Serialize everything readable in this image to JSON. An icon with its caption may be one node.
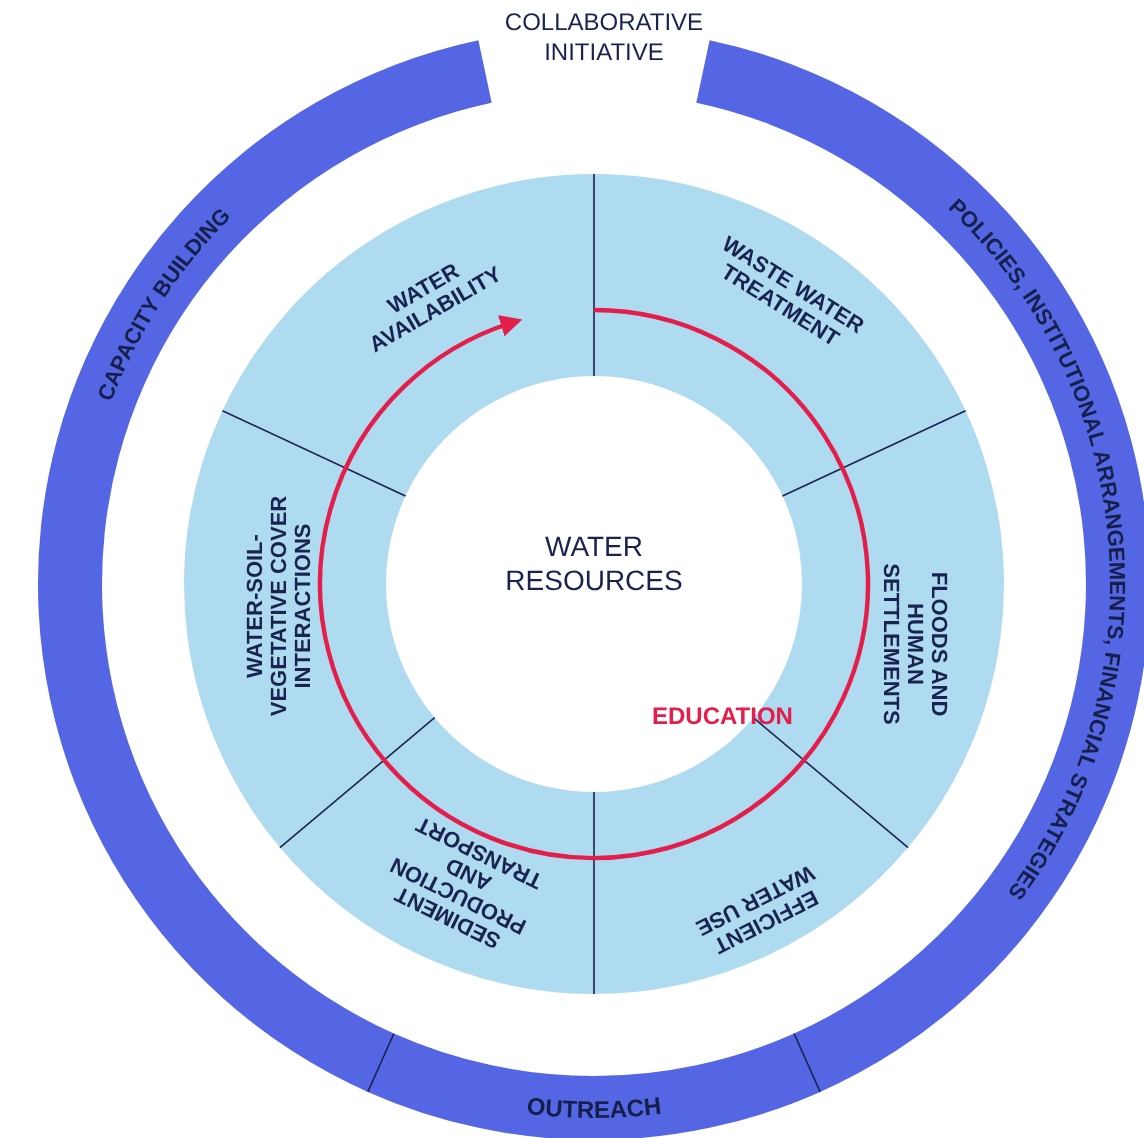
{
  "diagram": {
    "nodes": [
      {
        "text": [
          "CAPACITY BUILDING"
        ]
      },
      {
        "text": [
          "POLICIES, INSTITUTIONAL ARRANGEMENTS, FINANCIAL STRATEGIES"
        ]
      },
      {
        "text": [
          "OUTREACH"
        ]
      },
      {
        "text": [
          "WATER AVAILABILITY"
        ]
      },
      {
        "text": [
          "WASTE WATER TREATMENT"
        ]
      },
      {
        "text": [
          "FLOODS AND HUMAN SETTLEMENTS"
        ]
      },
      {
        "text": [
          "EFFICIENT WATER USE"
        ]
      },
      {
        "text": [
          "SEDIMENT PRODUCTION AND TRANSPORT"
        ]
      },
      {
        "text": [
          "WATER-SOIL-VEGETATIVE COVER INTERACTIONS"
        ]
      },
      {
        "text": [
          "WATER RESOURCES"
        ]
      }
    ],
    "labels": [
      "COLLABORATIVE INITIATIVE",
      "EDUCATION"
    ]
  }
}
